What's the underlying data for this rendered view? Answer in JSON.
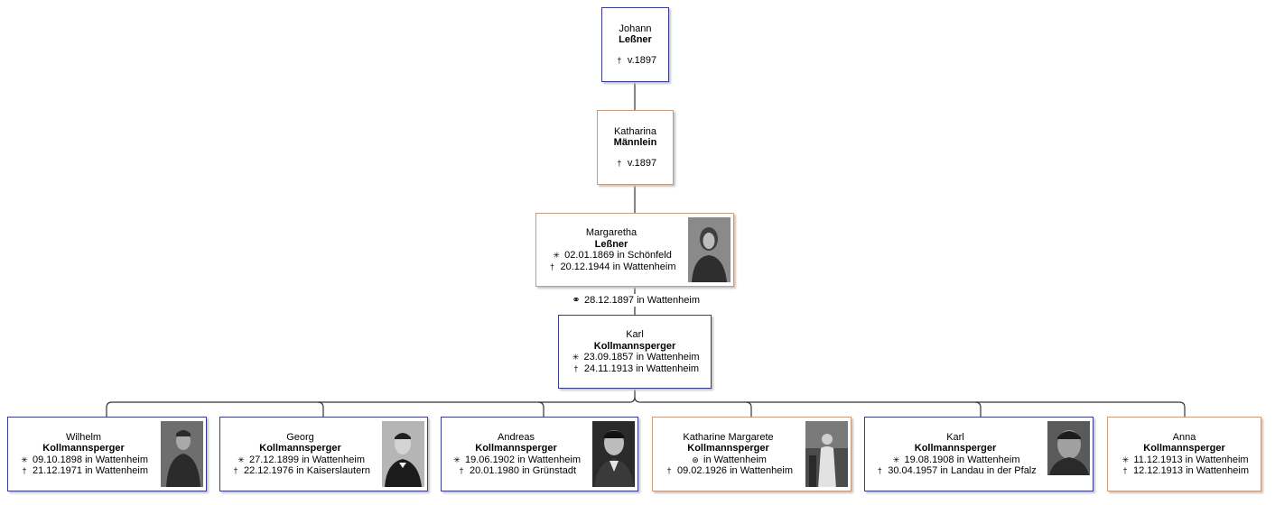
{
  "persons": {
    "johann": {
      "first": "Johann",
      "surname": "Leßner",
      "death": "v.1897",
      "death_symbol": "†"
    },
    "katharina": {
      "first": "Katharina",
      "surname": "Männlein",
      "death": "v.1897",
      "death_symbol": "†"
    },
    "margaretha": {
      "first": "Margaretha",
      "surname": "Leßner",
      "birth": "02.01.1869 in Schönfeld",
      "death": "20.12.1944 in Wattenheim",
      "photo": "portrait-woman"
    },
    "karl_sen": {
      "first": "Karl",
      "surname": "Kollmannsperger",
      "birth": "23.09.1857 in Wattenheim",
      "death": "24.11.1913 in Wattenheim"
    }
  },
  "marriage": {
    "symbol": "⚭",
    "text": "28.12.1897 in Wattenheim"
  },
  "symbols": {
    "birth": "✳",
    "death": "†",
    "baptism": "⊛"
  },
  "children": [
    {
      "first": "Wilhelm",
      "surname": "Kollmannsperger",
      "birth": "09.10.1898 in Wattenheim",
      "death": "21.12.1971 in Wattenheim",
      "sex": "m",
      "photo": "portrait-man"
    },
    {
      "first": "Georg",
      "surname": "Kollmannsperger",
      "birth": "27.12.1899 in Wattenheim",
      "death": "22.12.1976 in Kaiserslautern",
      "sex": "m",
      "photo": "portrait-man"
    },
    {
      "first": "Andreas",
      "surname": "Kollmannsperger",
      "birth": "19.06.1902 in Wattenheim",
      "death": "20.01.1980 in Grünstadt",
      "sex": "m",
      "photo": "portrait-man"
    },
    {
      "first": "Katharine Margarete",
      "surname": "Kollmannsperger",
      "baptism": "in Wattenheim",
      "death": "09.02.1926 in Wattenheim",
      "sex": "f",
      "photo": "portrait-woman"
    },
    {
      "first": "Karl",
      "surname": "Kollmannsperger",
      "birth": "19.08.1908 in Wattenheim",
      "death": "30.04.1957 in Landau in der Pfalz",
      "sex": "m",
      "photo": "portrait-man"
    },
    {
      "first": "Anna",
      "surname": "Kollmannsperger",
      "birth": "11.12.1913 in Wattenheim",
      "death": "12.12.1913 in Wattenheim",
      "sex": "f"
    }
  ],
  "colors": {
    "male_border": "#3b3b8e",
    "female_border": "#c99c82",
    "connector": "#333333"
  }
}
